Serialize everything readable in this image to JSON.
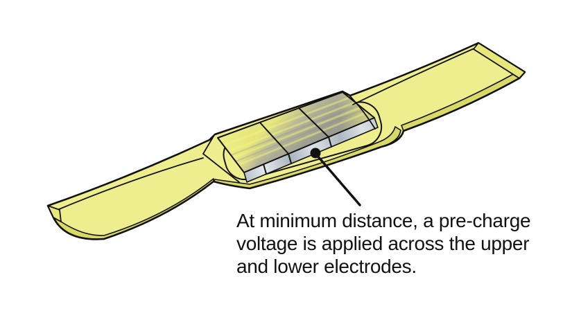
{
  "colors": {
    "background": "#ffffff",
    "outline": "#111111",
    "body": "#eeee8e",
    "side": "#d9d968",
    "cap": "#e7e77c",
    "plateau_yellow": "#e6e67e",
    "plateau_gray": "#9b9b8f",
    "gap_strip_light": "#e4eaee",
    "gap_strip_dark": "#a9b3bc",
    "text": "#111111"
  },
  "callout": {
    "lines": [
      "At minimum distance, a pre-charge",
      "voltage is applied across the upper",
      "and lower electrodes."
    ]
  }
}
